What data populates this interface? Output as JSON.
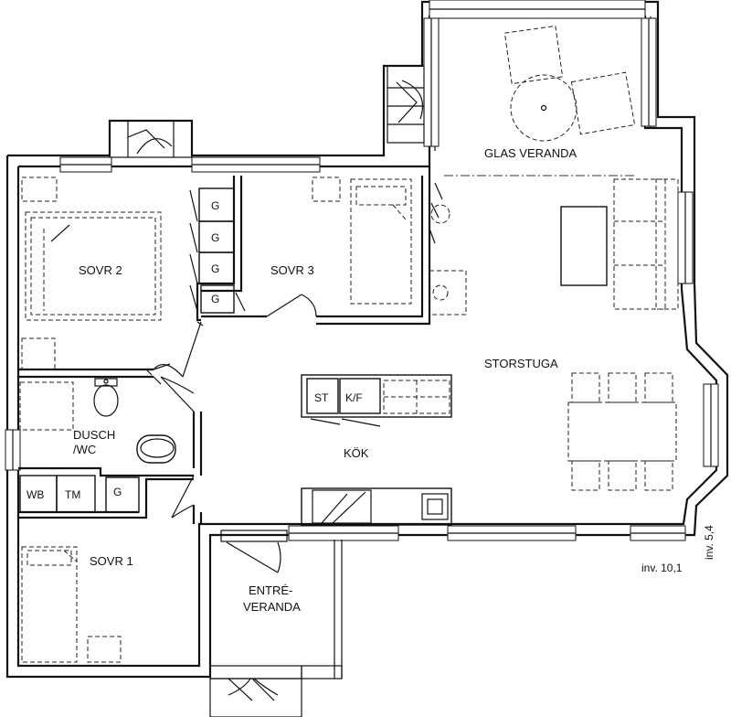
{
  "rooms": {
    "glas_veranda": "GLAS VERANDA",
    "sovr2": "SOVR 2",
    "sovr3": "SOVR 3",
    "storstuga": "STORSTUGA",
    "dusch_line1": "DUSCH",
    "dusch_line2": "/WC",
    "kok": "KÖK",
    "sovr1": "SOVR 1",
    "entre_line1": "ENTRÉ-",
    "entre_line2": "VERANDA"
  },
  "closets": {
    "g_label": "G"
  },
  "appliances": {
    "st": "ST",
    "kf": "K/F",
    "wb": "WB",
    "tm": "TM"
  },
  "dimensions": {
    "inv_10": "inv. 10,1",
    "inv_5": "inv. 5,4"
  }
}
